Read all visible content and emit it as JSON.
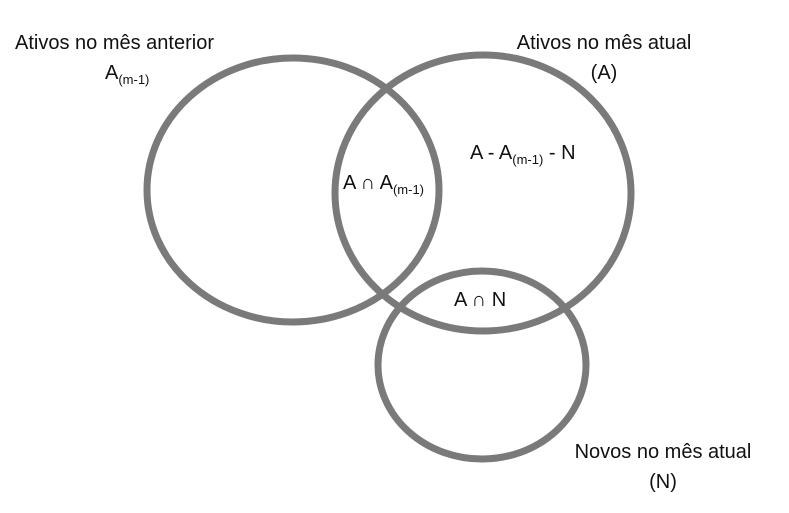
{
  "diagram": {
    "circle_color": "#7a7a7a",
    "sets": {
      "prev": {
        "title": "Ativos no mês anterior",
        "symbol_base": "A",
        "symbol_sub": "(m-1)"
      },
      "current": {
        "title": "Ativos no mês atual",
        "symbol": "(A)"
      },
      "new": {
        "title": "Novos no mês atual",
        "symbol": "(N)"
      }
    },
    "regions": {
      "intersection_prev": {
        "prefix": "A ∩ A",
        "sub": "(m-1)"
      },
      "current_only": {
        "prefix": "A - A",
        "sub": "(m-1)",
        "suffix": " - N"
      },
      "intersection_new": {
        "text": "A ∩ N"
      }
    }
  }
}
